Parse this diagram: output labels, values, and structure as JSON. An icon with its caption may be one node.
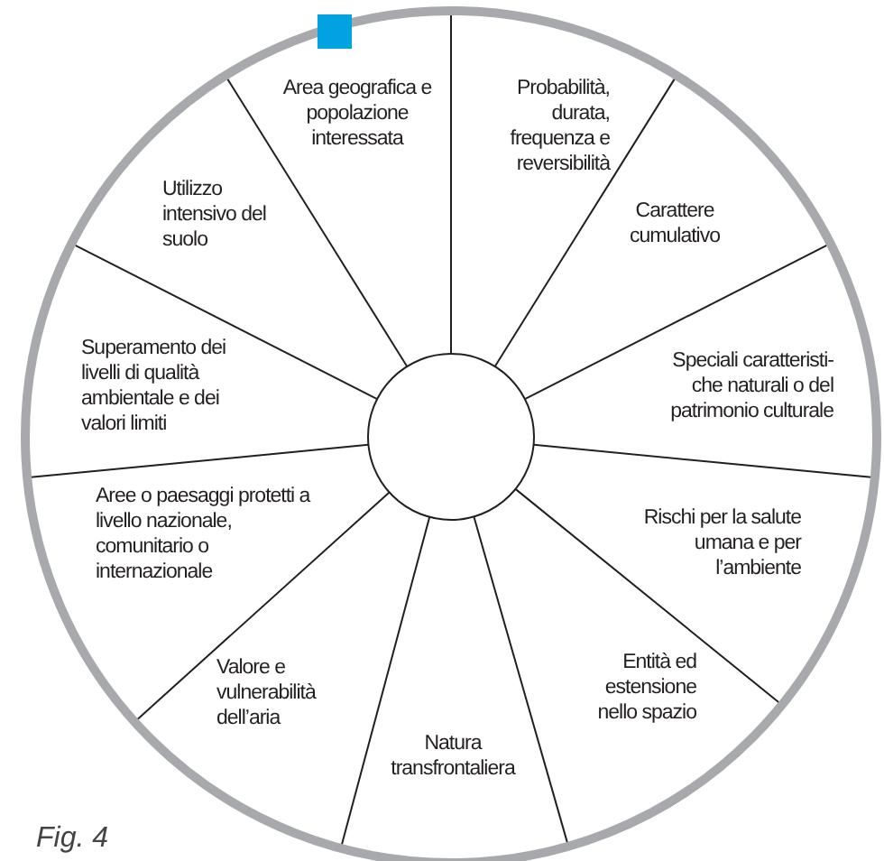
{
  "diagram": {
    "caption": "Fig. 4",
    "nodes": [
      {
        "text": [
          "Area geografica e popolazione interessata"
        ]
      },
      {
        "text": [
          "Probabilità, durata, frequenza e reversibilità"
        ]
      },
      {
        "text": [
          "Carattere cumulativo"
        ]
      },
      {
        "text": [
          "Speciali caratteristi-che naturali o del patrimonio culturale"
        ]
      },
      {
        "text": [
          "Rischi per la salute umana e per l’ambiente"
        ]
      },
      {
        "text": [
          "Entità ed estensione nello spazio"
        ]
      },
      {
        "text": [
          "Natura transfrontaliera"
        ]
      },
      {
        "text": [
          "Valore e vulnerabilità dell’aria"
        ]
      },
      {
        "text": [
          "Aree o paesaggi protetti a livello nazionale, comunitario o internazionale"
        ]
      },
      {
        "text": [
          "Superamento dei livelli di qualità ambientale e dei valori limiti"
        ]
      },
      {
        "text": [
          "Utilizzo intensivo del suolo"
        ]
      },
      {
        "text": [],
        "shape": "circle"
      }
    ]
  }
}
